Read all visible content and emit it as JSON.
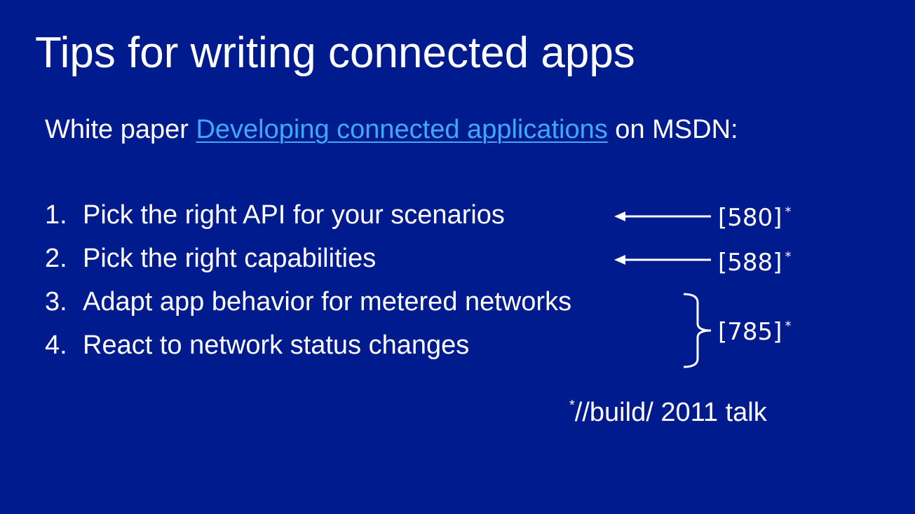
{
  "slide": {
    "title": "Tips for writing connected apps",
    "intro": {
      "prefix": "White paper ",
      "link_text": "Developing connected applications",
      "suffix": " on MSDN:"
    },
    "items": [
      {
        "number": "1.",
        "text": "Pick the right API for your scenarios"
      },
      {
        "number": "2.",
        "text": "Pick the right capabilities"
      },
      {
        "number": "3.",
        "text": "Adapt app behavior for metered networks"
      },
      {
        "number": "4.",
        "text": "React to network status changes"
      }
    ],
    "refs": [
      {
        "label": "[580]",
        "marker": "*"
      },
      {
        "label": "[588]",
        "marker": "*"
      },
      {
        "label": "[785]",
        "marker": "*"
      }
    ],
    "footnote": {
      "marker": "*",
      "text": "//build/ 2011 talk"
    },
    "colors": {
      "background": "#001b8e",
      "text": "#ffffff",
      "link": "#3fa9f5"
    }
  }
}
